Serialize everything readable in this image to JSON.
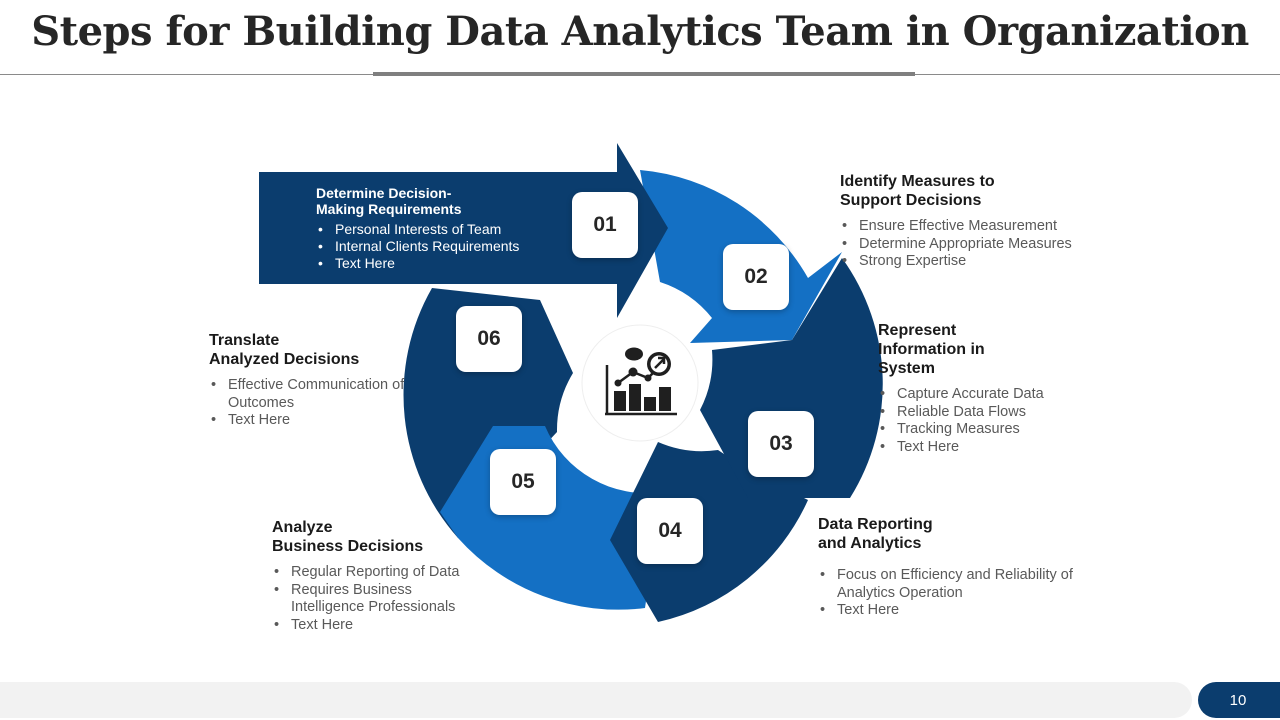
{
  "title": "Steps for Building Data Analytics Team in Organization",
  "colors": {
    "dark_blue": "#0b3d6e",
    "bright_blue": "#1470c4",
    "text_dark": "#1a1a1a",
    "text_grey": "#595959"
  },
  "center_icon": "analytics-chart-icon",
  "steps": [
    {
      "number": "01",
      "title": "Determine Decision-\nMaking Requirements",
      "bullets": [
        "Personal Interests of Team",
        "Internal Clients Requirements",
        "Text Here"
      ]
    },
    {
      "number": "02",
      "title": "Identify Measures to\nSupport Decisions",
      "bullets": [
        "Ensure Effective Measurement",
        "Determine Appropriate Measures",
        "Strong Expertise"
      ]
    },
    {
      "number": "03",
      "title": "Represent\nInformation in\nSystem",
      "bullets": [
        "Capture Accurate Data",
        "Reliable Data Flows",
        "Tracking Measures",
        "Text Here"
      ]
    },
    {
      "number": "04",
      "title": "Data Reporting\nand Analytics",
      "bullets": [
        "Focus on Efficiency and Reliability of Analytics Operation",
        "Text Here"
      ]
    },
    {
      "number": "05",
      "title": "Analyze\nBusiness Decisions",
      "bullets": [
        "Regular Reporting of Data",
        "Requires Business Intelligence Professionals",
        "Text Here"
      ]
    },
    {
      "number": "06",
      "title": "Translate\nAnalyzed Decisions",
      "bullets": [
        "Effective Communication of Outcomes",
        "Text Here"
      ]
    }
  ],
  "page_number": "10"
}
